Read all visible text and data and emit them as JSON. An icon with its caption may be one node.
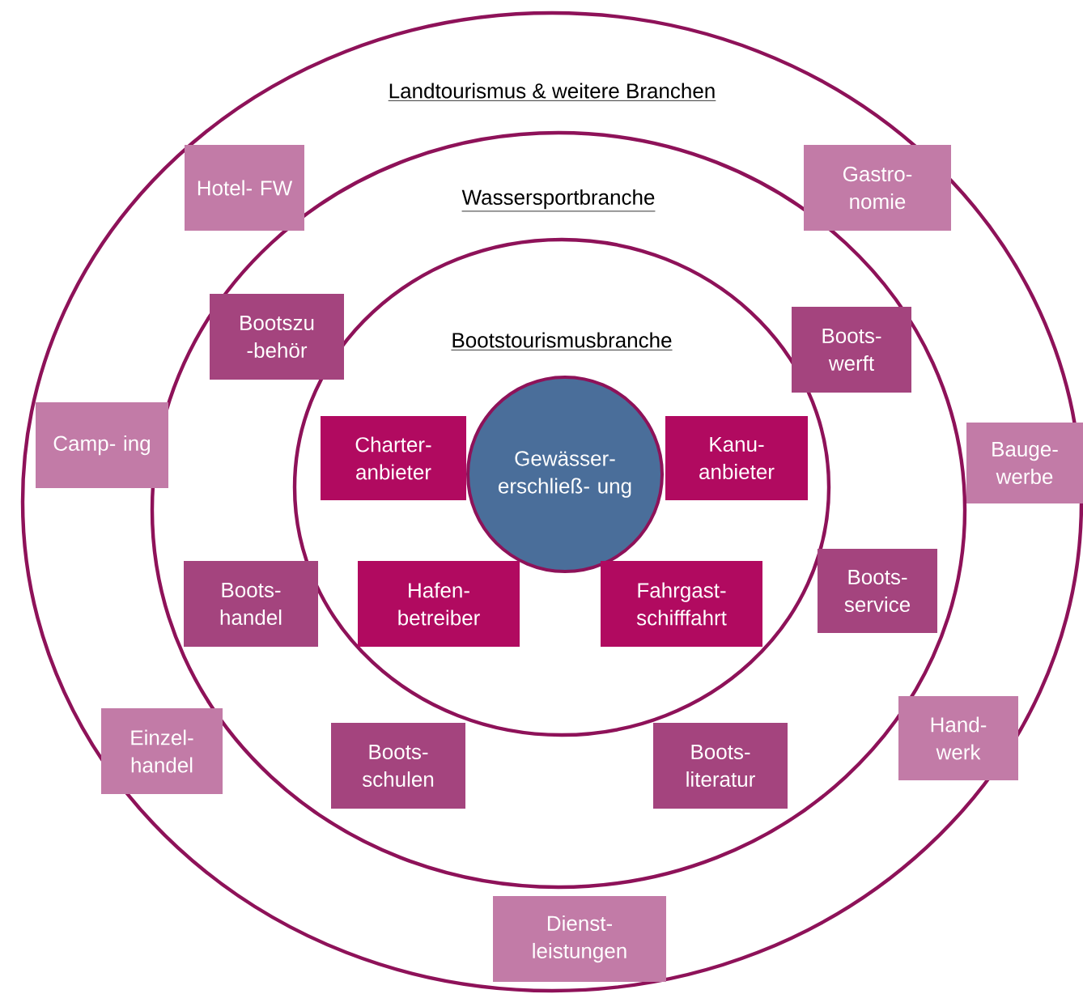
{
  "diagram": {
    "nodes": [
      {
        "text": [
          "Landtourismus & weitere Branchen"
        ]
      },
      {
        "text": [
          "Wassersportbranche"
        ],
        "in": 0
      },
      {
        "text": [
          "Bootstourismusbranche"
        ],
        "in": 1
      },
      {
        "text": [
          "Hotel- FW"
        ],
        "in": 0
      },
      {
        "text": [
          "Gastro- nomie"
        ],
        "in": 0
      },
      {
        "text": [
          "Bootszu -behör"
        ],
        "in": 1
      },
      {
        "text": [
          "Boots- werft"
        ],
        "in": 1
      },
      {
        "text": [
          "Camp- ing"
        ],
        "in": 0
      },
      {
        "text": [
          "Bauge- werbe"
        ],
        "in": 0
      },
      {
        "text": [
          "Charter- anbieter"
        ],
        "in": 2
      },
      {
        "text": [
          "Gewässer- erschließ- ung"
        ],
        "in": 2
      },
      {
        "text": [
          "Kanu- anbieter"
        ],
        "in": 2
      },
      {
        "text": [
          "Boots- handel"
        ],
        "in": 1
      },
      {
        "text": [
          "Hafen- betreiber"
        ],
        "in": 2
      },
      {
        "text": [
          "Fahrgast- schifffahrt"
        ],
        "in": 2
      },
      {
        "text": [
          "Boots- service"
        ],
        "in": 1
      },
      {
        "text": [
          "Einzel- handel"
        ],
        "in": 0
      },
      {
        "text": [
          "Boots- schulen"
        ],
        "in": 1
      },
      {
        "text": [
          "Boots- literatur"
        ],
        "in": 1
      },
      {
        "text": [
          "Hand- werk"
        ],
        "in": 0
      },
      {
        "text": [
          "Dienst- leistungen"
        ],
        "in": 0
      }
    ]
  }
}
